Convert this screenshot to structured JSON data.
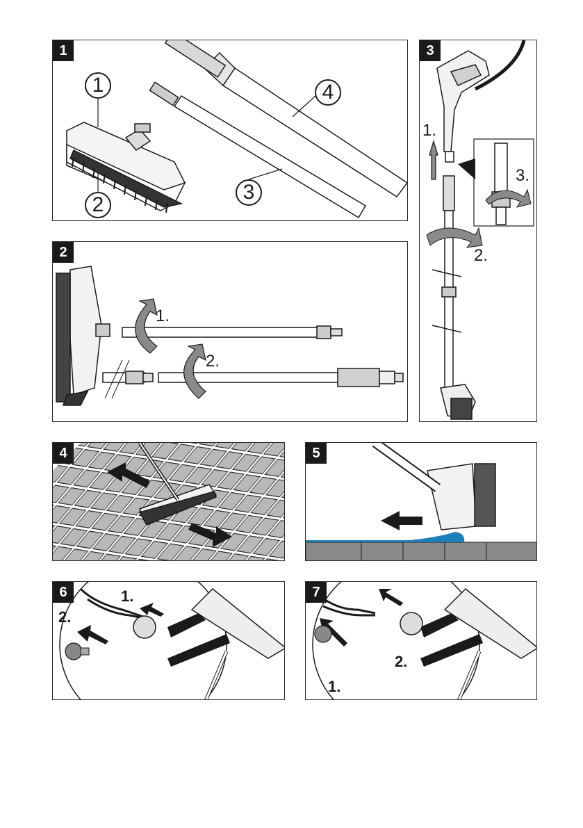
{
  "panels": [
    {
      "number": "1",
      "callouts": [
        "1",
        "2",
        "3",
        "4"
      ]
    },
    {
      "number": "2",
      "steps": [
        "1.",
        "2."
      ]
    },
    {
      "number": "3",
      "steps": [
        "1.",
        "2.",
        "3."
      ]
    },
    {
      "number": "4"
    },
    {
      "number": "5"
    },
    {
      "number": "6",
      "steps": [
        "1.",
        "2."
      ]
    },
    {
      "number": "7",
      "steps": [
        "1.",
        "2."
      ]
    }
  ],
  "colors": {
    "ink": "#1a1a1a",
    "arrow_gray": "#7a7a7a",
    "tile_gray": "#b8b8b8",
    "water_blue": "#1f7fb8"
  }
}
